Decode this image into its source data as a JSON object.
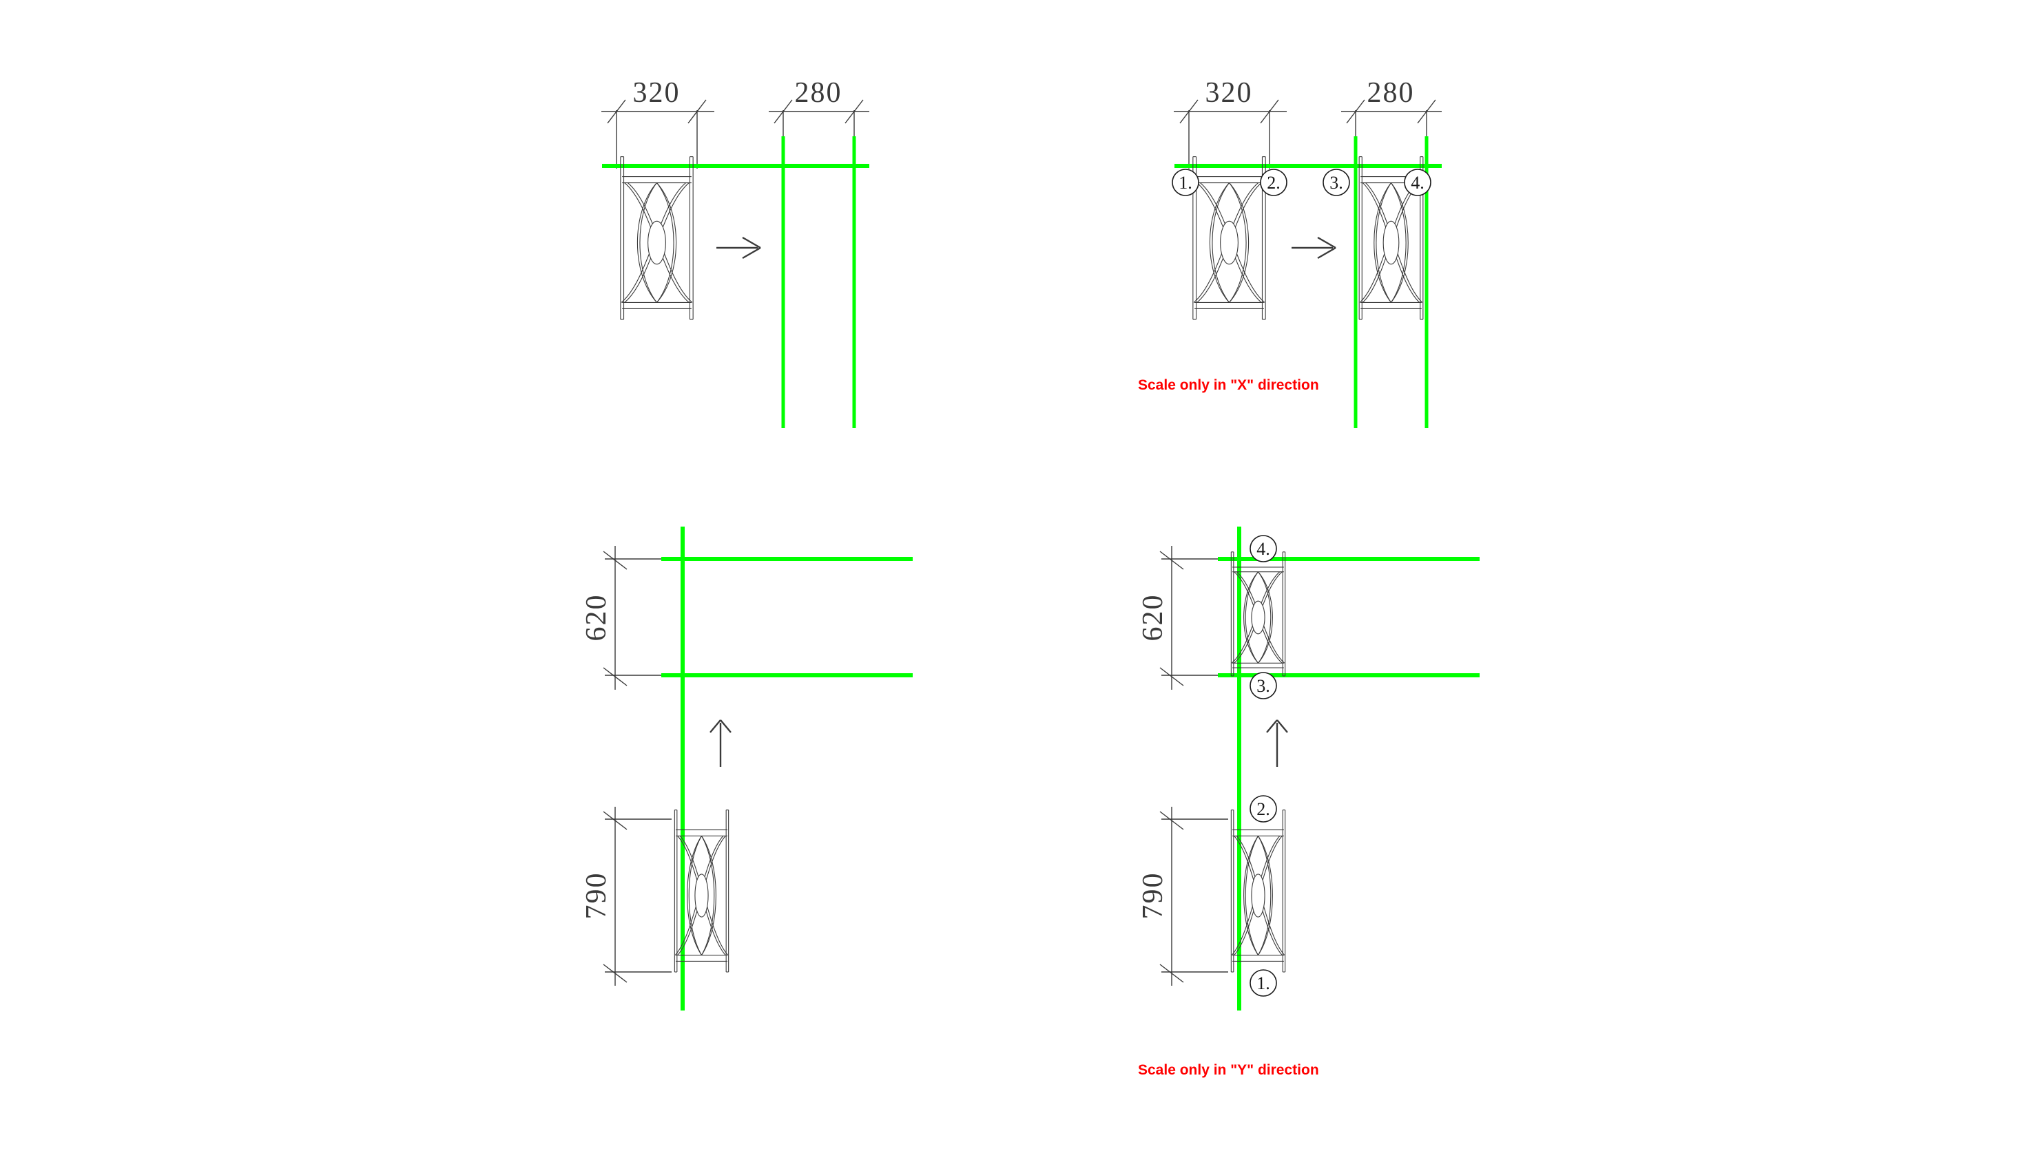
{
  "sheet": {
    "background": "#ffffff",
    "line_color": "#3a3a3a",
    "green": "#00ff00",
    "red": "#ff0000"
  },
  "notes": {
    "x_note": "Scale only in \"X\" direction",
    "y_note": "Scale only in \"Y\" direction"
  },
  "dimensions": {
    "x_original": "320",
    "x_scaled": "280",
    "y_scaled": "620",
    "y_original": "790"
  },
  "bubbles": {
    "one": "1.",
    "two": "2.",
    "three": "3.",
    "four": "4."
  },
  "quadrants": {
    "top_left": {
      "name": "x-before",
      "dim_left": "320",
      "dim_right": "280"
    },
    "top_right": {
      "name": "x-after",
      "dim_left": "320",
      "dim_right": "280",
      "note": "Scale only in \"X\" direction"
    },
    "bottom_left": {
      "name": "y-before",
      "dim_top": "620",
      "dim_bottom": "790"
    },
    "bottom_right": {
      "name": "y-after",
      "dim_top": "620",
      "dim_bottom": "790",
      "note": "Scale only in \"Y\" direction"
    }
  },
  "icons": {
    "arrow_right": "arrow-right-icon",
    "arrow_up": "arrow-up-icon",
    "tick": "dimension-tick-icon",
    "panel": "ornamental-grille-panel"
  }
}
